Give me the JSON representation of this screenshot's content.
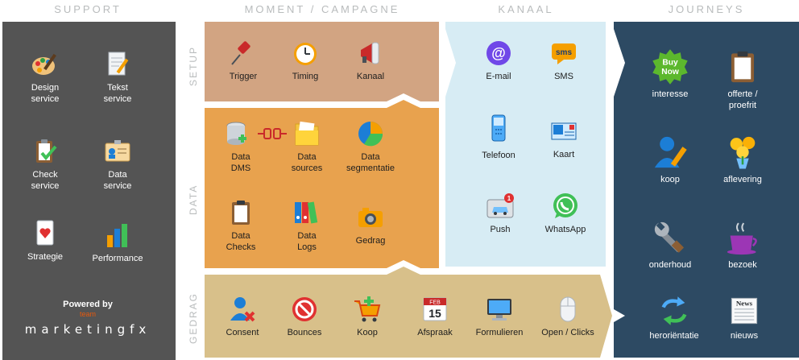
{
  "headers": {
    "support": "SUPPORT",
    "moment": "MOMENT / CAMPAGNE",
    "kanaal": "KANAAL",
    "journeys": "JOURNEYS"
  },
  "side_labels": {
    "setup": "SETUP",
    "data": "DATA",
    "gedrag": "GEDRAG"
  },
  "support": {
    "items": [
      {
        "label": "Design\nservice",
        "icon": "palette-icon"
      },
      {
        "label": "Tekst\nservice",
        "icon": "document-pen-icon"
      },
      {
        "label": "Check\nservice",
        "icon": "clipboard-check-icon"
      },
      {
        "label": "Data\nservice",
        "icon": "id-card-icon"
      },
      {
        "label": "Strategie",
        "icon": "playing-card-icon"
      },
      {
        "label": "Performance",
        "icon": "bar-chart-icon"
      }
    ],
    "powered_by": "Powered by",
    "team": "team",
    "brand": "marketingfx"
  },
  "setup": {
    "items": [
      {
        "label": "Trigger",
        "icon": "pushpin-icon"
      },
      {
        "label": "Timing",
        "icon": "clock-icon"
      },
      {
        "label": "Kanaal",
        "icon": "megaphone-icon"
      }
    ]
  },
  "data": {
    "items": [
      {
        "label": "Data\nDMS",
        "icon": "database-icon"
      },
      {
        "label": "Data\nsources",
        "icon": "folder-icon"
      },
      {
        "label": "Data\nsegmentatie",
        "icon": "pie-chart-icon"
      },
      {
        "label": "Data\nChecks",
        "icon": "clipboard-icon"
      },
      {
        "label": "Data\nLogs",
        "icon": "binders-icon"
      },
      {
        "label": "Gedrag",
        "icon": "camera-icon"
      }
    ]
  },
  "gedrag": {
    "items": [
      {
        "label": "Consent",
        "icon": "user-x-icon"
      },
      {
        "label": "Bounces",
        "icon": "no-entry-icon"
      },
      {
        "label": "Koop",
        "icon": "shopping-cart-icon"
      },
      {
        "label": "Afspraak",
        "icon": "calendar-icon"
      },
      {
        "label": "Formulieren",
        "icon": "monitor-icon"
      },
      {
        "label": "Open / Clicks",
        "icon": "mouse-icon"
      }
    ],
    "calendar_month": "FEB",
    "calendar_day": "15"
  },
  "kanaal": {
    "items": [
      {
        "label": "E-mail",
        "icon": "at-sign-icon"
      },
      {
        "label": "SMS",
        "icon": "sms-bubble-icon"
      },
      {
        "label": "Telefoon",
        "icon": "mobile-phone-icon"
      },
      {
        "label": "Kaart",
        "icon": "postcard-icon"
      },
      {
        "label": "Push",
        "icon": "push-notification-icon"
      },
      {
        "label": "WhatsApp",
        "icon": "whatsapp-icon"
      }
    ],
    "at_glyph": "@",
    "sms_glyph": "sms",
    "push_badge": "1"
  },
  "journeys": {
    "items": [
      {
        "label": "interesse",
        "icon": "buy-now-badge-icon"
      },
      {
        "label": "offerte /\nproefrit",
        "icon": "clipboard-icon"
      },
      {
        "label": "koop",
        "icon": "user-pen-icon"
      },
      {
        "label": "aflevering",
        "icon": "flowers-icon"
      },
      {
        "label": "onderhoud",
        "icon": "wrench-icon"
      },
      {
        "label": "bezoek",
        "icon": "coffee-cup-icon"
      },
      {
        "label": "heroriëntatie",
        "icon": "refresh-arrows-icon"
      },
      {
        "label": "nieuws",
        "icon": "newspaper-icon"
      }
    ],
    "buy_now_text": "Buy\nNow",
    "news_text": "News"
  },
  "colors": {
    "support_bg": "#545454",
    "setup_bg": "#d2a482",
    "data_bg": "#e8a24e",
    "gedrag_bg": "#d8c08a",
    "kanaal_bg": "#d7ecf4",
    "journeys_bg": "#2d4a63",
    "header_text": "#b9bcbd"
  }
}
